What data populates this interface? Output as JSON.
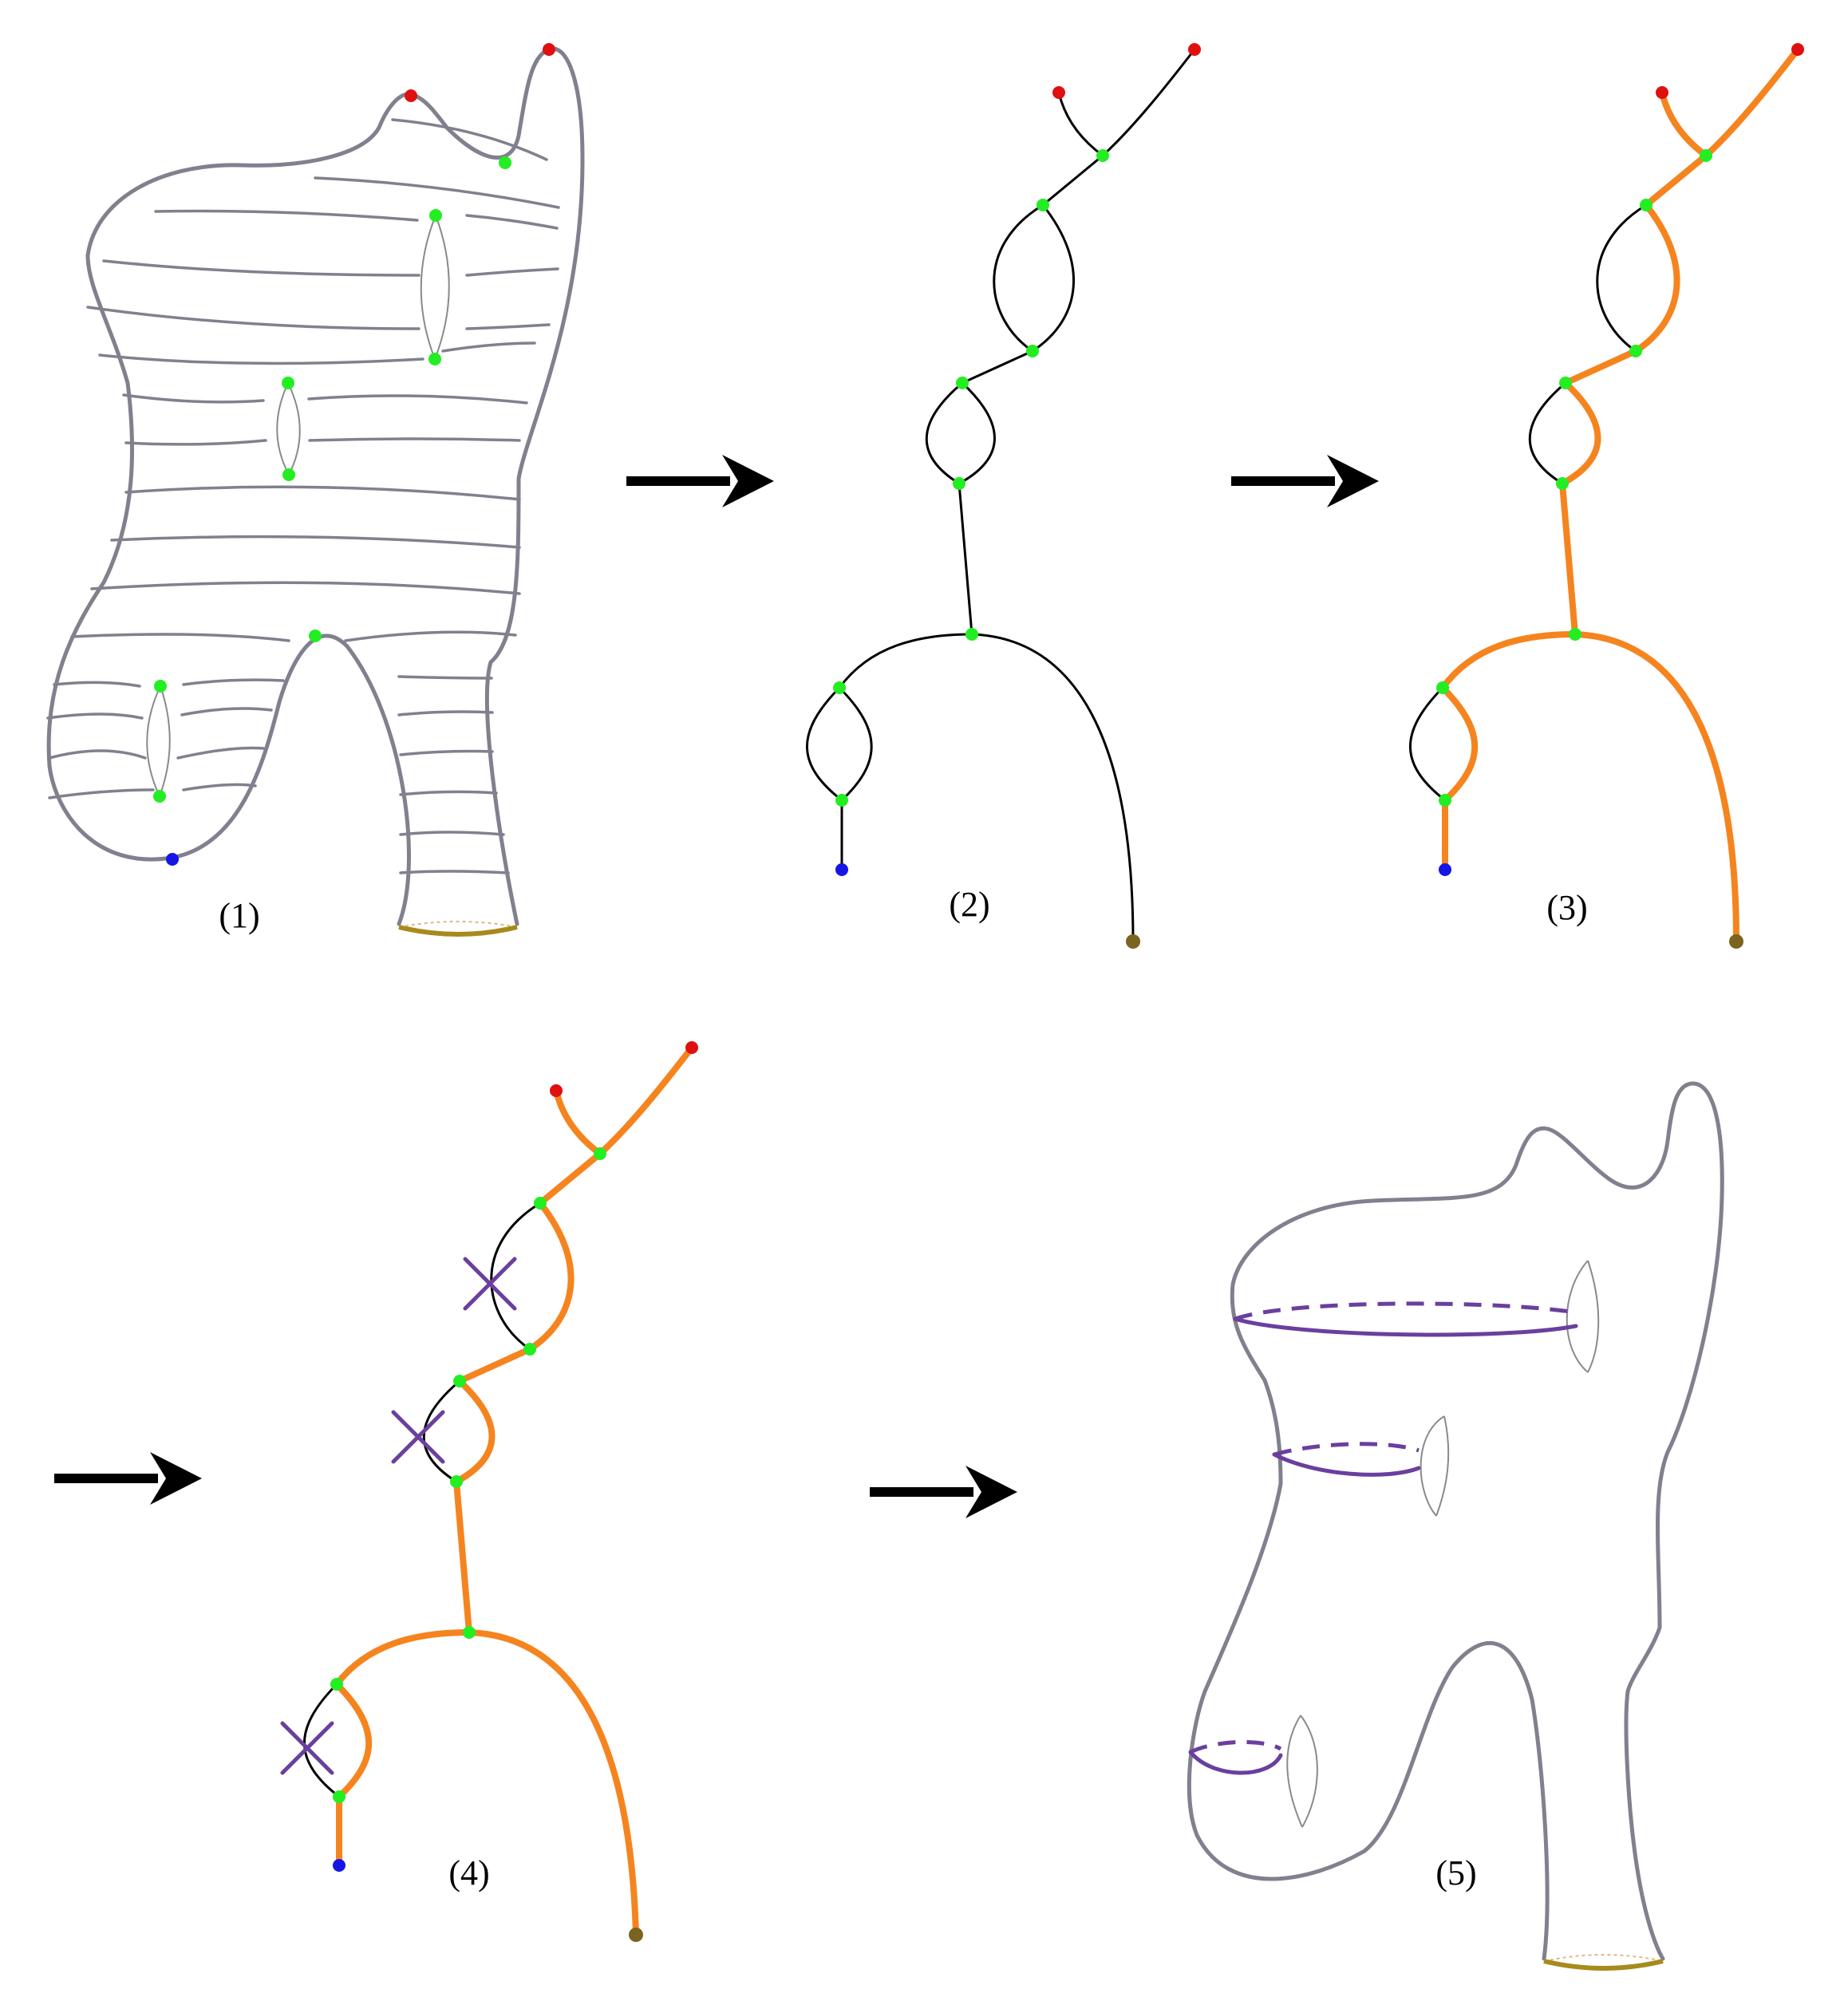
{
  "labels": {
    "p1": "(1)",
    "p2": "(2)",
    "p3": "(3)",
    "p4": "(4)",
    "p5": "(5)"
  },
  "colors": {
    "surface": "#80808e",
    "graph_edge": "#000000",
    "highlight_edge": "#f5841f",
    "critical_saddle": "#22ee22",
    "maximum": "#e01010",
    "minimum": "#1515e6",
    "boundary": "#7a6420",
    "boundary_ring": "#a88a1c",
    "removed_cross": "#6a3f9e",
    "cut_curve": "#6a3f9e",
    "arrow": "#000000"
  },
  "icons": {
    "arrow": "right-arrow-icon",
    "cross": "cross-mark-icon"
  }
}
